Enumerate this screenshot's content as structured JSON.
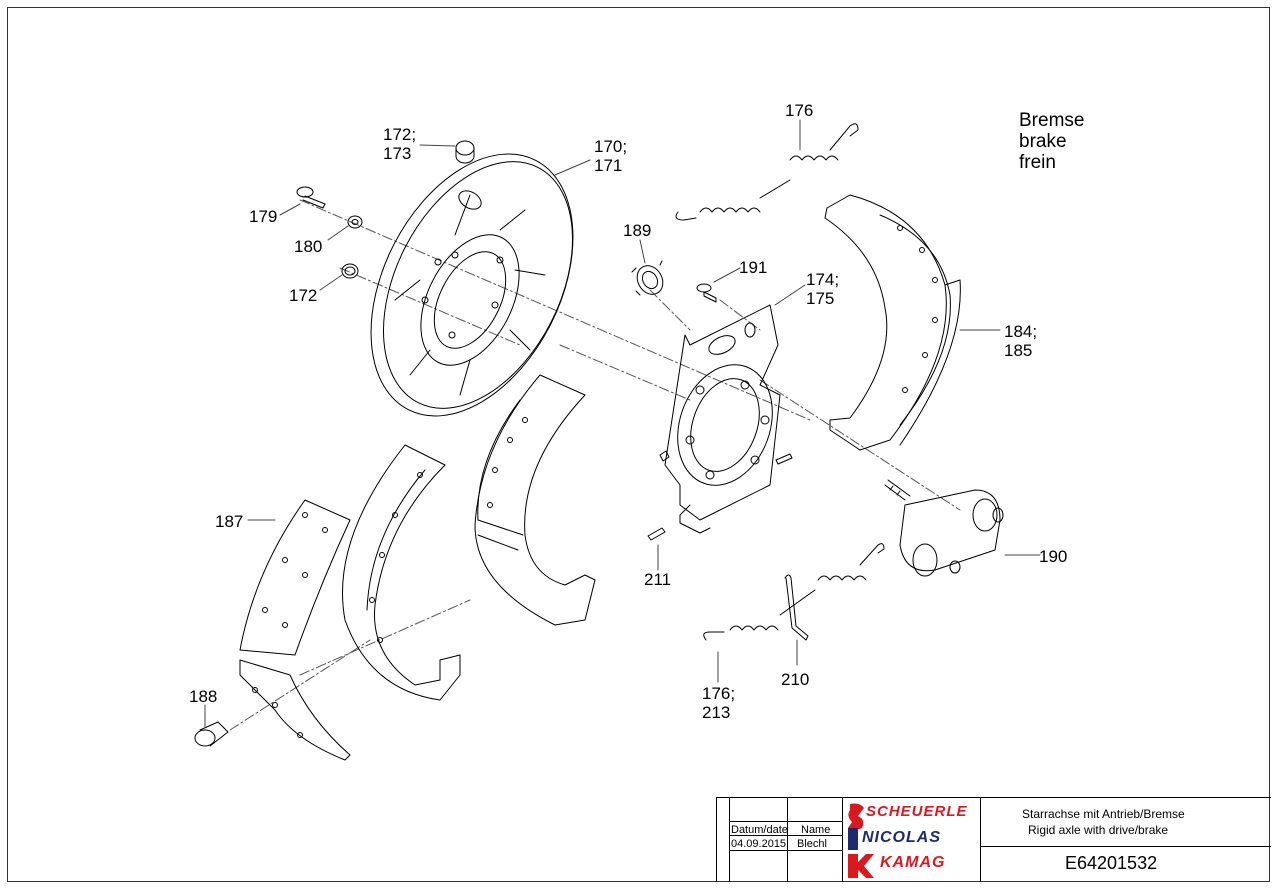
{
  "title": {
    "lines": [
      "Bremse",
      "brake",
      "frein"
    ]
  },
  "callouts": [
    {
      "id": "c172-173",
      "text": [
        "172;",
        "173"
      ]
    },
    {
      "id": "c170-171",
      "text": [
        "170;",
        "171"
      ]
    },
    {
      "id": "c179",
      "text": [
        "179"
      ]
    },
    {
      "id": "c180",
      "text": [
        "180"
      ]
    },
    {
      "id": "c172",
      "text": [
        "172"
      ]
    },
    {
      "id": "c176-top",
      "text": [
        "176"
      ]
    },
    {
      "id": "c189",
      "text": [
        "189"
      ]
    },
    {
      "id": "c191",
      "text": [
        "191"
      ]
    },
    {
      "id": "c174-175",
      "text": [
        "174;",
        "175"
      ]
    },
    {
      "id": "c184-185",
      "text": [
        "184;",
        "185"
      ]
    },
    {
      "id": "c187",
      "text": [
        "187"
      ]
    },
    {
      "id": "c188",
      "text": [
        "188"
      ]
    },
    {
      "id": "c211",
      "text": [
        "211"
      ]
    },
    {
      "id": "c190",
      "text": [
        "190"
      ]
    },
    {
      "id": "c210",
      "text": [
        "210"
      ]
    },
    {
      "id": "c176-213",
      "text": [
        "176;",
        "213"
      ]
    }
  ],
  "title_block": {
    "col_date": "Datum/date",
    "col_name": "Name",
    "date": "04.09.2015",
    "name": "Blechl",
    "logo_1": "SCHEUERLE",
    "logo_2": "NICOLAS",
    "logo_3": "KAMAG",
    "description_de": "Starrachse mit Antrieb/Bremse",
    "description_en": "Rigid axle with drive/brake",
    "drawing_number": "E64201532",
    "brand_color": "#d71920",
    "navy_color": "#1d2a6b"
  }
}
